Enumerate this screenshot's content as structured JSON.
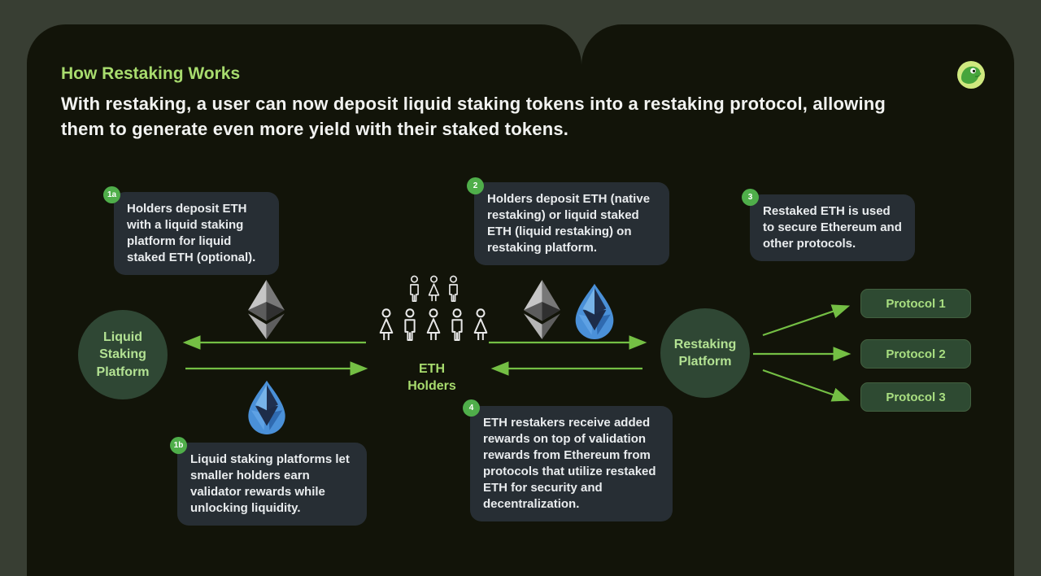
{
  "page": {
    "title": "How Restaking Works",
    "subtitle": "With restaking, a user can now deposit liquid staking tokens into a restaking protocol, allowing them to generate even more yield with their staked tokens."
  },
  "brand": {
    "logo_icon": "frog-icon"
  },
  "steps": {
    "s1a": {
      "badge": "1a",
      "text": "Holders deposit ETH with a liquid staking platform for liquid staked ETH (optional)."
    },
    "s2": {
      "badge": "2",
      "text": "Holders deposit ETH (native restaking) or liquid staked ETH (liquid restaking) on restaking platform."
    },
    "s3": {
      "badge": "3",
      "text": "Restaked ETH is used to secure Ethereum and other protocols."
    },
    "s1b": {
      "badge": "1b",
      "text": "Liquid staking platforms let smaller holders earn validator rewards while unlocking liquidity."
    },
    "s4": {
      "badge": "4",
      "text": "ETH restakers receive added rewards on top of validation rewards from Ethereum from protocols that utilize restaked ETH for security and decentralization."
    }
  },
  "nodes": {
    "liquid_staking_platform": "Liquid Staking Platform",
    "restaking_platform": "Restaking Platform",
    "eth_holders": "ETH Holders",
    "protocols": [
      "Protocol 1",
      "Protocol 2",
      "Protocol 3"
    ]
  },
  "eth_holders_icons": {
    "rows": [
      [
        "man",
        "woman",
        "man"
      ],
      [
        "woman",
        "man",
        "woman",
        "man",
        "woman"
      ]
    ]
  },
  "icons": {
    "ethereum": "eth-diamond-icon",
    "liquid_staked_eth": "liquid-staked-eth-drop-icon",
    "logo": "frog-icon",
    "holders": "person-icon"
  },
  "colors": {
    "outer_bg": "#383e33",
    "card_bg": "#121409",
    "accent_green": "#a8dc6e",
    "arrow_green": "#74bf44",
    "badge_green": "#4fae4a",
    "box_bg": "#272e34",
    "box_text": "#e9ecee",
    "node_bg": "#2f4734",
    "node_text": "#b3e293",
    "eth_gray": "#9e9e9e",
    "staked_eth_blue": "#4a90d8"
  }
}
